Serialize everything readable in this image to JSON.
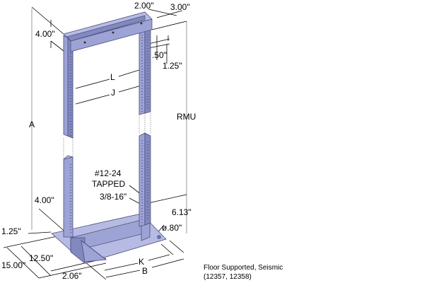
{
  "diagram": {
    "title": "Floor Supported, Seismic",
    "models": "(12357, 12358)",
    "colors": {
      "steel": "#9ea3d6",
      "outline": "#4a4f7a"
    },
    "dimensions": {
      "top_depth_inner": "2.00\"",
      "top_depth_outer": "3.00\"",
      "top_height": "4.00\"",
      "hole_spacing": ".50\"",
      "hole_pitch": "1.25\"",
      "rail_width_l": "L",
      "rail_width_j": "J",
      "overall_height": "A",
      "rack_units": "RMU",
      "thread_label_1": "#12-24",
      "thread_label_2": "TAPPED",
      "thread_label_3": "3/8-16\"",
      "base_height": "4.00\"",
      "base_offset": "6.13\"",
      "base_edge": "1.25\"",
      "hole_diameter": "ø.80\"",
      "base_inner_depth": "12.50\"",
      "base_depth": "15.00\"",
      "base_width_k": "K",
      "base_width_b": "B",
      "base_inset": "2.06\""
    }
  }
}
